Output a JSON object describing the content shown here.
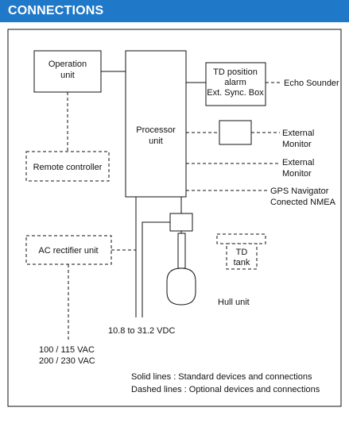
{
  "header": {
    "title": "CONNECTIONS"
  },
  "diagram": {
    "operation_unit": [
      "Operation",
      "unit"
    ],
    "processor_unit": [
      "Processor",
      "unit"
    ],
    "td_box": [
      "TD position",
      "alarm",
      "Ext. Sync. Box"
    ],
    "echo_sounder": "Echo Sounder",
    "external_monitor_1": [
      "External",
      "Monitor"
    ],
    "external_monitor_2": [
      "External",
      "Monitor"
    ],
    "gps": [
      "GPS Navigator",
      "Conected NMEA"
    ],
    "remote_controller": "Remote controller",
    "ac_rectifier": "AC rectifier unit",
    "td_tank": [
      "TD",
      "tank"
    ],
    "hull_unit": "Hull unit",
    "dc_supply": "10.8 to 31.2 VDC",
    "ac_supply": [
      "100 / 115 VAC",
      "200 / 230 VAC"
    ],
    "legend": [
      "Solid lines : Standard devices and connections",
      "Dashed lines : Optional devices and connections"
    ]
  },
  "colors": {
    "header": "#1f78c8",
    "header_text": "#ffffff",
    "line": "#111111"
  }
}
